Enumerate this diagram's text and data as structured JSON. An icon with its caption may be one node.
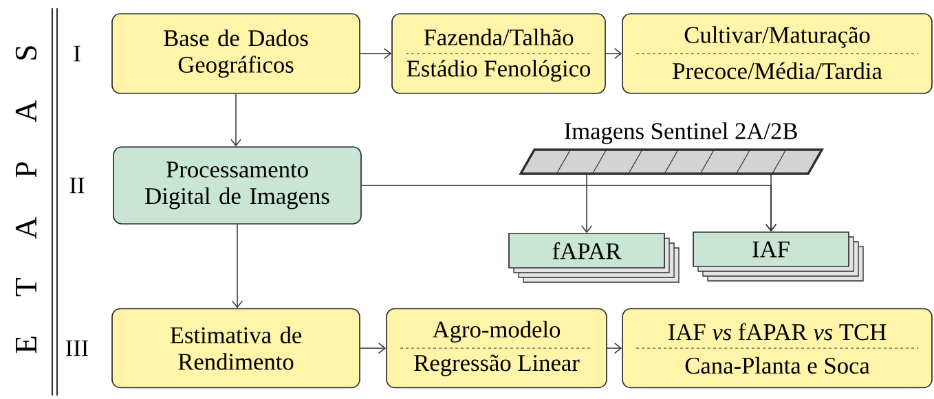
{
  "diagram": {
    "nodes": [
      {
        "text": [
          "Base de Dados Geográficos"
        ]
      },
      {
        "text": [
          "Fazenda/Talhão",
          "Estádio Fenológico"
        ]
      },
      {
        "text": [
          "Cultivar/Maturação",
          "Precoce/Média/Tardia"
        ]
      },
      {
        "text": [
          "Processamento Digital de Imagens"
        ]
      },
      {
        "text": [
          "Imagens Sentinel 2A/2B"
        ]
      },
      {
        "text": [
          "fAPAR"
        ]
      },
      {
        "text": [
          "IAF"
        ]
      },
      {
        "text": [
          "Estimativa de Rendimento"
        ]
      },
      {
        "text": [
          "Agro-modelo",
          "Regressão Linear"
        ]
      },
      {
        "text": [
          "IAF *vs* fAPAR *vs* TCH",
          "Cana-Planta e Soca"
        ]
      }
    ],
    "edges": [
      {
        "from": 0,
        "to": 1,
        "arrow": "to"
      },
      {
        "from": 1,
        "to": 2,
        "arrow": "to"
      },
      {
        "from": 0,
        "to": 3,
        "arrow": "to"
      },
      {
        "from": 4,
        "to": 5,
        "arrow": "to"
      },
      {
        "from": 4,
        "to": 6,
        "arrow": "to"
      },
      {
        "from": 3,
        "to": 6,
        "arrow": "to"
      },
      {
        "from": 3,
        "to": 7,
        "arrow": "to"
      },
      {
        "from": 7,
        "to": 8,
        "arrow": "to"
      },
      {
        "from": 8,
        "to": 9,
        "arrow": "to"
      }
    ],
    "labels": [
      "E T A P A S",
      "I",
      "II",
      "III"
    ]
  }
}
